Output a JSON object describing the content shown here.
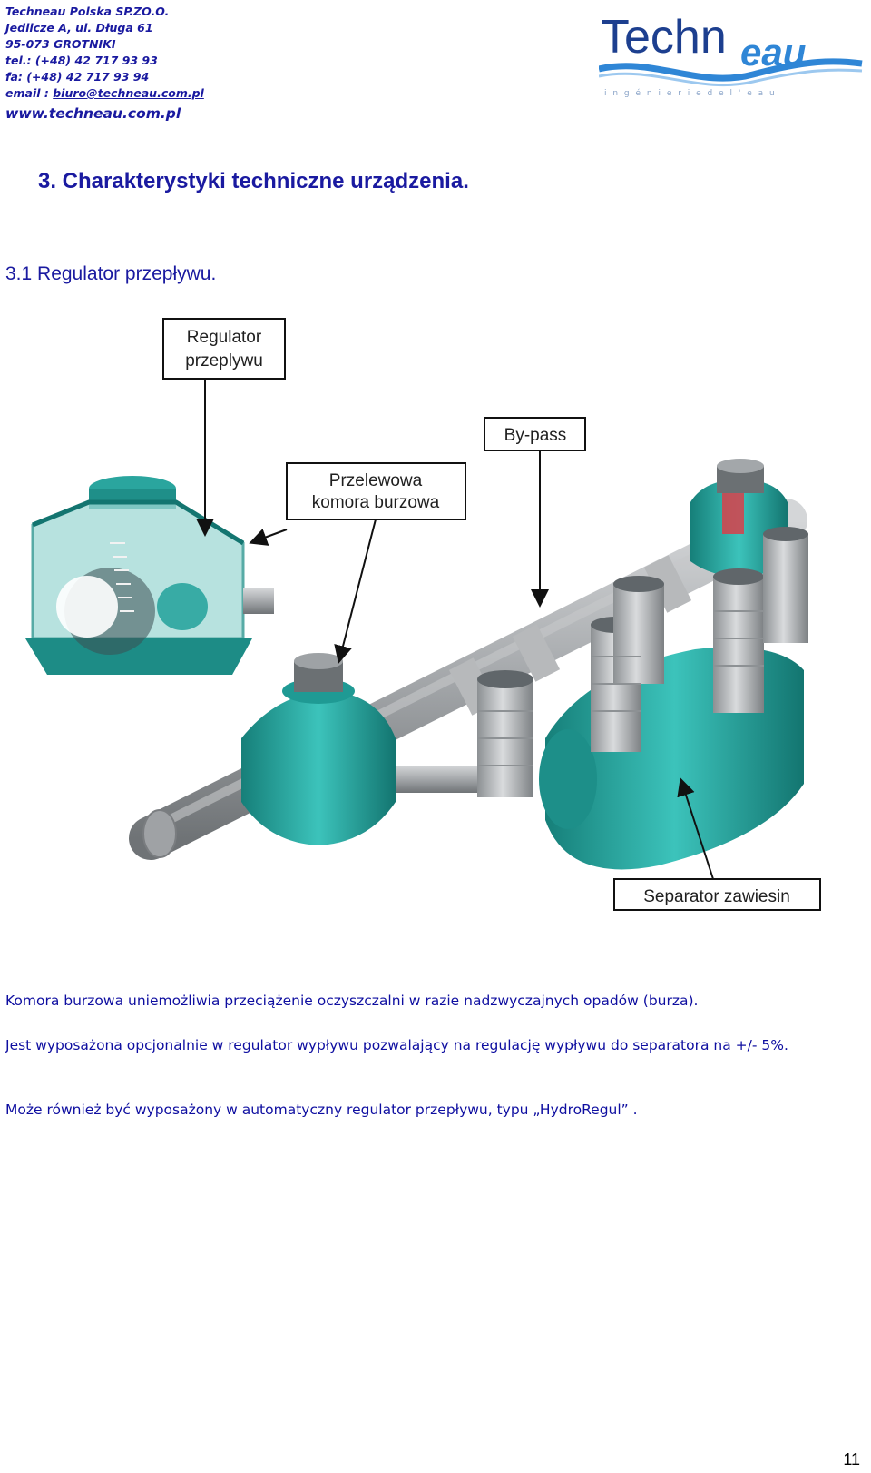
{
  "header": {
    "company": "Techneau Polska SP.ZO.O.",
    "address": "Jedlicze A, ul. Długa 61",
    "postal": "95-073 GROTNIKI",
    "tel": "tel.: (+48) 42 717 93 93",
    "fax": "fa:  (+48) 42 717 93 94",
    "email_prefix": "email : ",
    "email": "biuro@techneau.com.pl",
    "website": "www.techneau.com.pl"
  },
  "logo": {
    "name": "Techneau",
    "name_part1": "Techn",
    "name_part2": "eau",
    "tagline": "i n g é n i e r i e   d e   l ' e a u",
    "colors": {
      "navy": "#1d3f8f",
      "blue": "#2f86d6",
      "tagline": "#8aa4c8"
    }
  },
  "section": {
    "heading": "3.  Charakterystyki techniczne urządzenia.",
    "subheading": "3.1 Regulator przepływu."
  },
  "diagram": {
    "labels": {
      "regulator_line1": "Regulator",
      "regulator_line2": "przeplywu",
      "bypass": "By-pass",
      "storm_line1": "Przelewowa",
      "storm_line2": "komora burzowa",
      "separator": "Separator zawiesin"
    },
    "colors": {
      "teal": "#1f9a94",
      "teal_light": "#39c2bb",
      "pipe": "#a8aaad",
      "pipe_dark": "#7c7f82",
      "cap": "#5e6366"
    }
  },
  "body": {
    "paragraph1": "Komora burzowa uniemożliwia przeciążenie oczyszczalni w razie nadzwyczajnych opadów (burza).",
    "paragraph2": "Jest wyposażona opcjonalnie w regulator wypływu pozwalający na regulację wypływu do separatora na +/- 5%.",
    "paragraph3": "Może również być wyposażony w automatyczny regulator przepływu, typu „HydroRegul” ."
  },
  "page_number": "11"
}
